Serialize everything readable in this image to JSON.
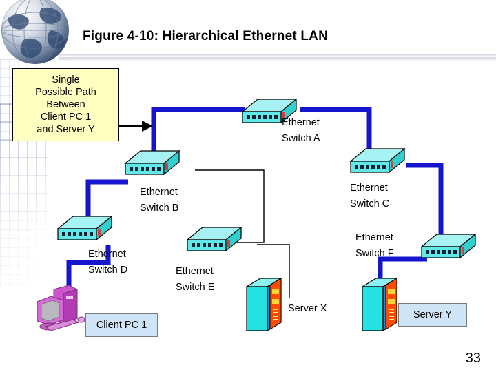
{
  "slide": {
    "title": "Figure 4-10: Hierarchical Ethernet LAN",
    "page_number": "33"
  },
  "callout": {
    "name": "single-possible-path-callout",
    "lines": [
      "Single",
      "Possible Path",
      "Between",
      "Client PC 1",
      "and Server Y"
    ],
    "text": "Single Possible Path Between Client PC 1 and Server Y",
    "fill_color": "#ffffc2",
    "border_color": "#000000"
  },
  "colors": {
    "highlight_path": "#1515cd",
    "normal_link": "#000000",
    "switch_body": "#61e8e8",
    "switch_top": "#a7f2f2",
    "switch_side": "#2fd0cf",
    "server_body": "#25e2e2",
    "server_front": "#ff4d00",
    "pc_body": "#cc55cc",
    "label_box_fill": "#cfe4f7"
  },
  "devices": [
    {
      "id": "switch-a",
      "type": "ethernet-switch",
      "label": "Ethernet\nSwitch A",
      "label_line1": "Ethernet",
      "label_line2": "Switch A"
    },
    {
      "id": "switch-b",
      "type": "ethernet-switch",
      "label": "Ethernet\nSwitch B",
      "label_line1": "Ethernet",
      "label_line2": "Switch B"
    },
    {
      "id": "switch-c",
      "type": "ethernet-switch",
      "label": "Ethernet\nSwitch C",
      "label_line1": "Ethernet",
      "label_line2": "Switch C"
    },
    {
      "id": "switch-d",
      "type": "ethernet-switch",
      "label": "Ethernet\nSwitch D",
      "label_line1": "Ethernet",
      "label_line2": "Switch D"
    },
    {
      "id": "switch-e",
      "type": "ethernet-switch",
      "label": "Ethernet\nSwitch E",
      "label_line1": "Ethernet",
      "label_line2": "Switch E"
    },
    {
      "id": "switch-f",
      "type": "ethernet-switch",
      "label": "Ethernet\nSwitch F",
      "label_line1": "Ethernet",
      "label_line2": "Switch F"
    },
    {
      "id": "client-pc-1",
      "type": "desktop-pc",
      "label": "Client PC 1",
      "boxed": true
    },
    {
      "id": "server-x",
      "type": "server-tower",
      "label": "Server X",
      "boxed": false
    },
    {
      "id": "server-y",
      "type": "server-tower",
      "label": "Server Y",
      "boxed": true
    }
  ],
  "labels": {
    "switch_a_l1": "Ethernet",
    "switch_a_l2": "Switch A",
    "switch_b_l1": "Ethernet",
    "switch_b_l2": "Switch B",
    "switch_c_l1": "Ethernet",
    "switch_c_l2": "Switch C",
    "switch_d_l1": "Ethernet",
    "switch_d_l2": "Switch D",
    "switch_e_l1": "Ethernet",
    "switch_e_l2": "Switch E",
    "switch_f_l1": "Ethernet",
    "switch_f_l2": "Switch F",
    "client_pc_1": "Client PC 1",
    "server_x": "Server X",
    "server_y": "Server Y"
  },
  "links": [
    {
      "from": "client-pc-1",
      "to": "switch-d",
      "style": "highlight"
    },
    {
      "from": "switch-d",
      "to": "switch-b",
      "style": "highlight"
    },
    {
      "from": "switch-b",
      "to": "switch-a",
      "style": "highlight"
    },
    {
      "from": "switch-a",
      "to": "switch-c",
      "style": "highlight"
    },
    {
      "from": "switch-c",
      "to": "switch-f",
      "style": "highlight"
    },
    {
      "from": "switch-f",
      "to": "server-y",
      "style": "highlight"
    },
    {
      "from": "switch-b",
      "to": "switch-e",
      "style": "normal"
    },
    {
      "from": "switch-e",
      "to": "server-x",
      "style": "normal"
    }
  ],
  "annotation": {
    "arrow": "callout-pointer-arrow",
    "points_to": "highlight-path"
  }
}
